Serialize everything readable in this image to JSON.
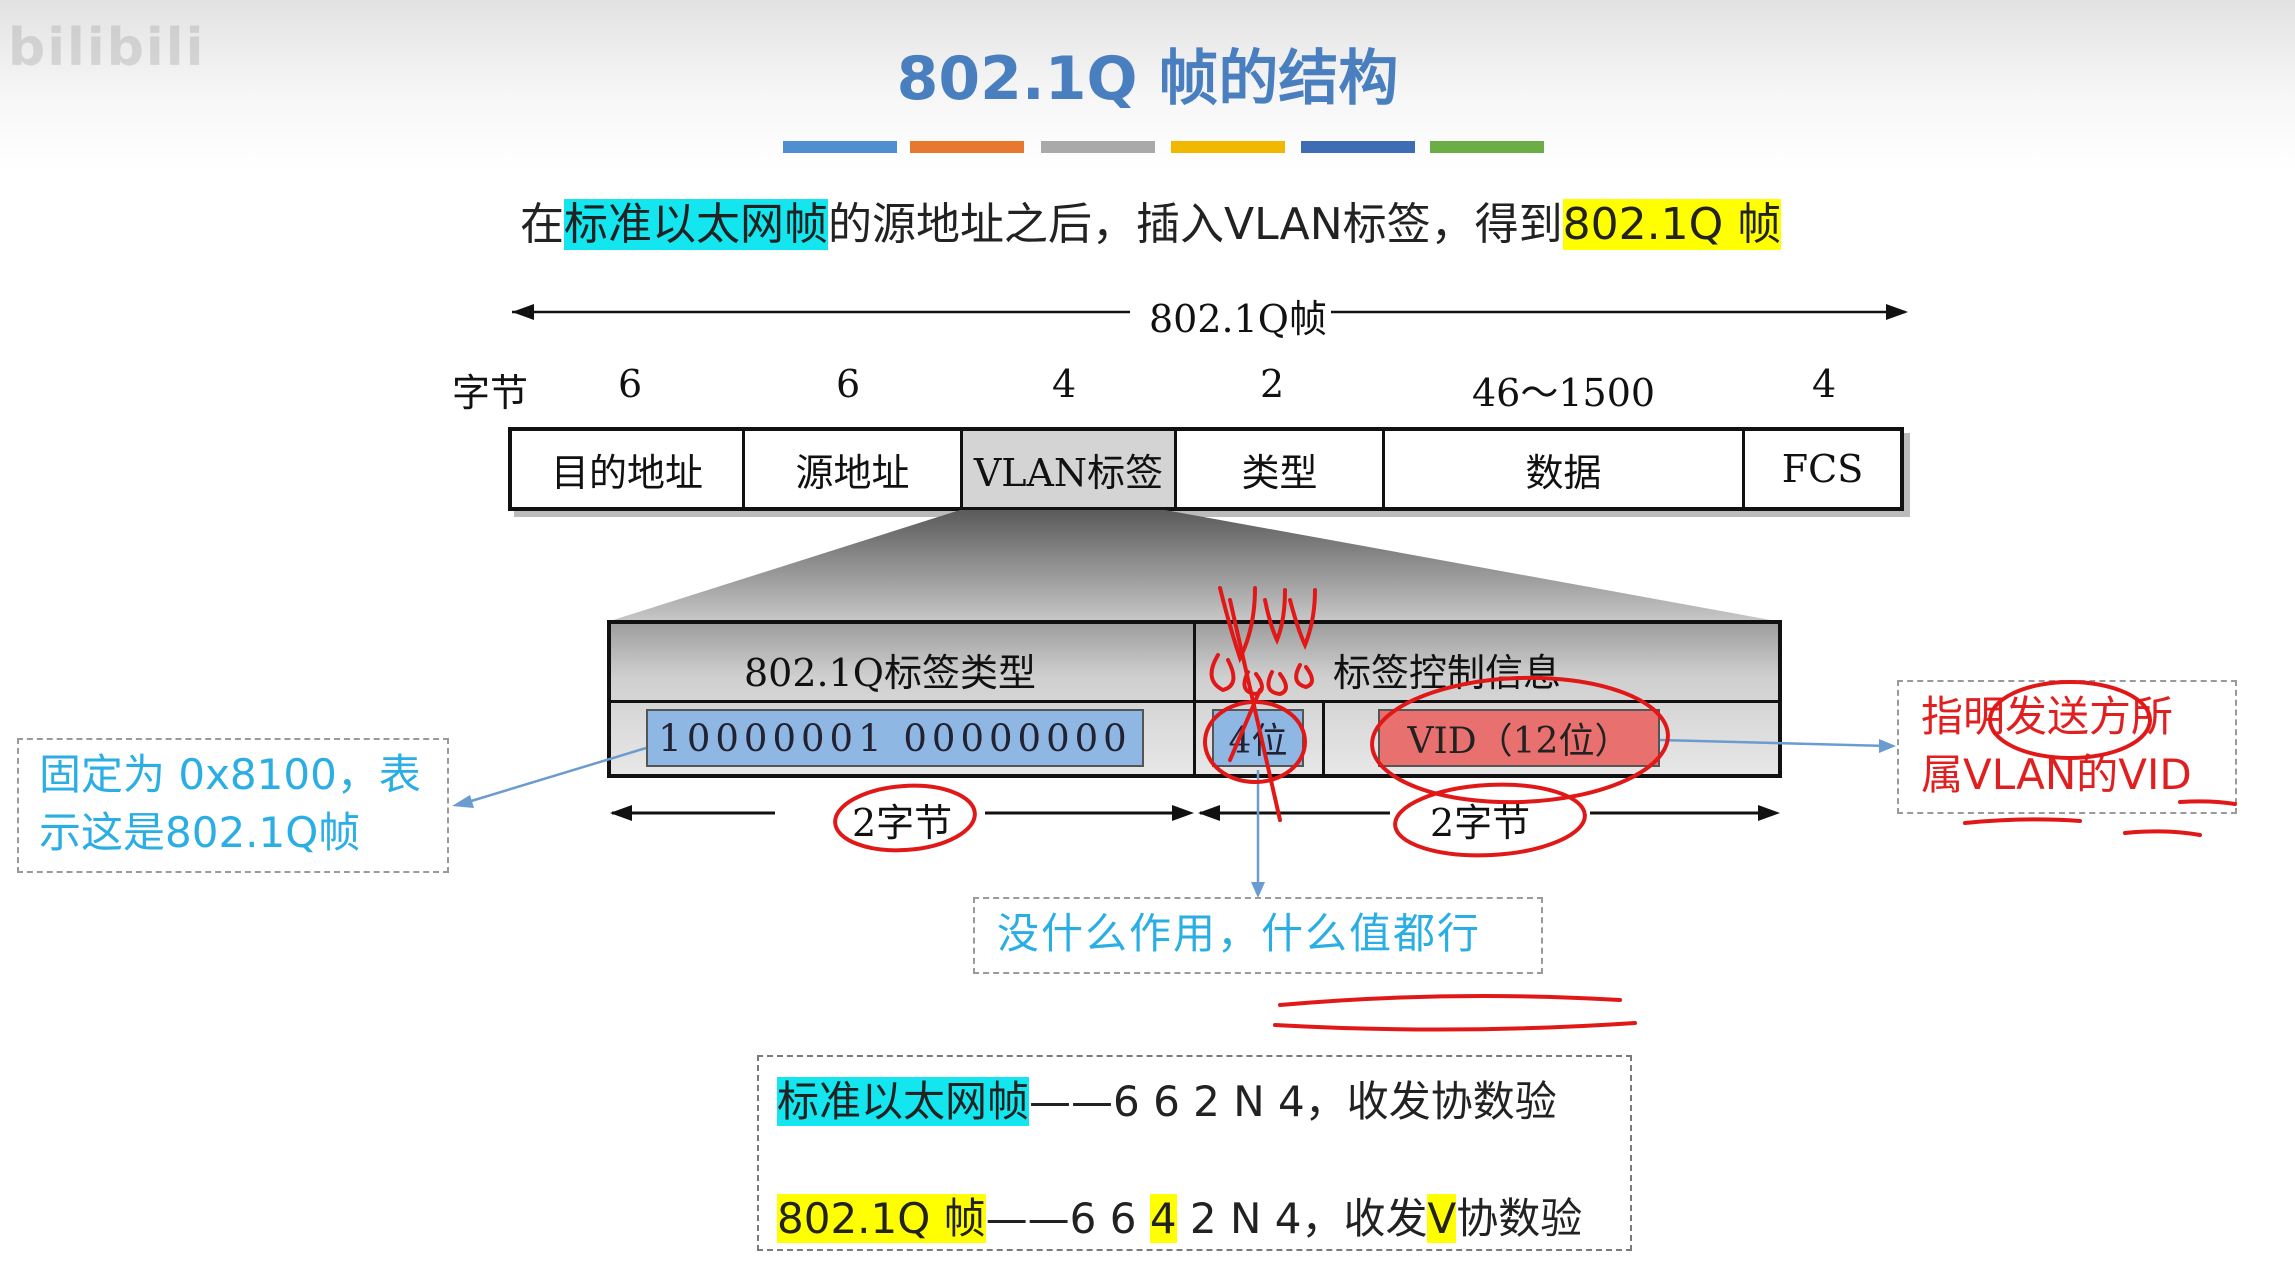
{
  "watermark": "bilibili",
  "title": "802.1Q 帧的结构",
  "stripe_colors": [
    "#4f8fd1",
    "#e8782f",
    "#a9a9a9",
    "#f0b800",
    "#3e6db5",
    "#6cae46"
  ],
  "subtitle": {
    "pre": "在",
    "hl1": "标准以太网帧",
    "mid": "的源地址之后，插入VLAN标签，得到",
    "hl2": "802.1Q 帧"
  },
  "frame": {
    "span_label": "802.1Q帧",
    "bytes_label": "字节",
    "byte_counts": [
      "6",
      "6",
      "4",
      "2",
      "46～1500",
      "4"
    ],
    "fields": [
      "目的地址",
      "源地址",
      "VLAN标签",
      "类型",
      "数据",
      "FCS"
    ]
  },
  "tag": {
    "type_header": "802.1Q标签类型",
    "control_header": "标签控制信息",
    "type_bits": "10000001 00000000",
    "bits4": "4位",
    "vid": "VID（12位）",
    "span_left": "2字节",
    "span_right": "2字节"
  },
  "notes": {
    "left": [
      "固定为 0x8100，表",
      "示这是802.1Q帧"
    ],
    "middle": "没什么作用，什么值都行",
    "right": [
      "指明发送方所",
      "属VLAN的VID"
    ]
  },
  "bottom": {
    "line1_hl": "标准以太网帧",
    "line1_rest": "——6 6 2 N 4，收发协数验",
    "line2_hl": "802.1Q 帧",
    "line2_a": "——6 6 ",
    "line2_b": "4",
    "line2_c": " 2 N 4，收发",
    "line2_d": "V",
    "line2_e": "协数验"
  }
}
